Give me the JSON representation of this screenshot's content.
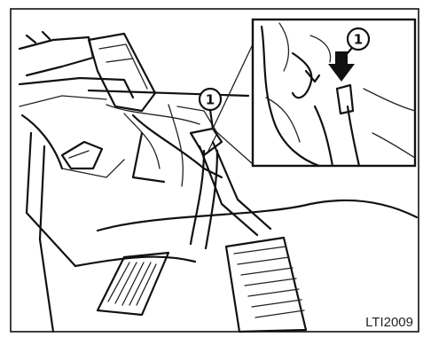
{
  "figure": {
    "code": "LTI2009",
    "callout_main": "1",
    "callout_inset": "1"
  }
}
